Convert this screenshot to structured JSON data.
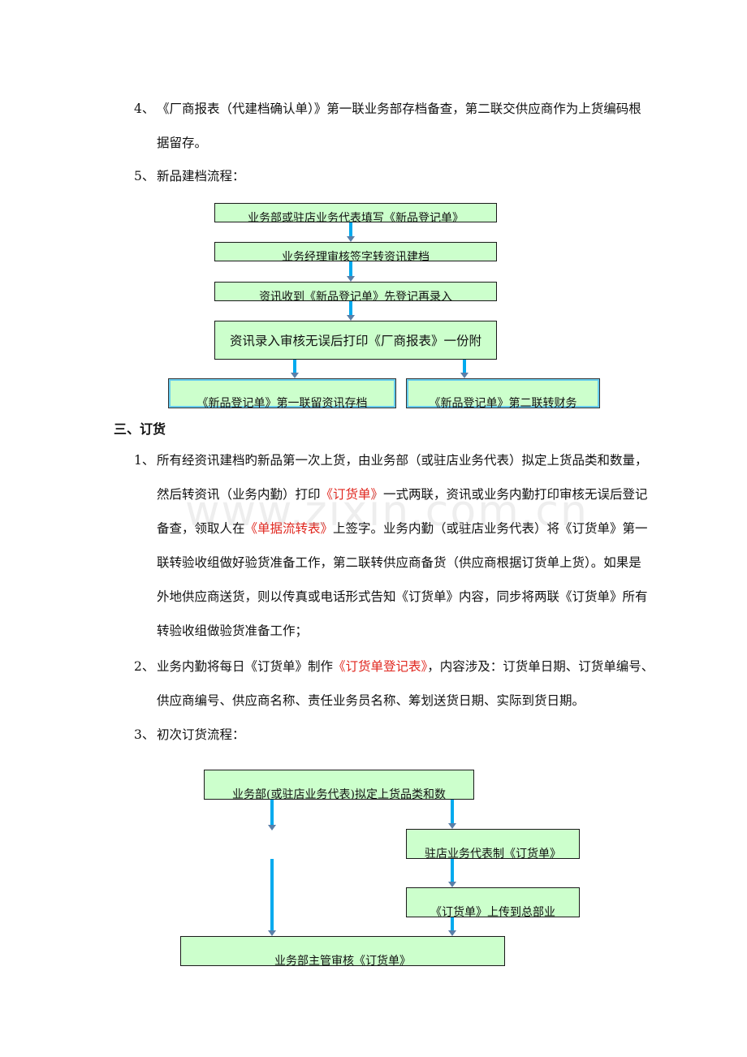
{
  "section_two": {
    "item4_num": "4、",
    "item4_line1": "《厂商报表（代建档确认单）》第一联业务部存档备查，第二联交供应商作为上货编码根",
    "item4_line2": "据留存。",
    "item5_num": "5、",
    "item5_text": "新品建档流程："
  },
  "flow1": {
    "box1": "业务部或驻店业务代表填写《新品登记单》",
    "box2": "业务经理审核签字转资讯建档",
    "box3": "资讯收到《新品登记单》先登记再录入",
    "box4": "资讯录入审核无误后打印《厂商报表》一份附",
    "box5": "《新品登记单》第一联留资讯存档",
    "box6": "《新品登记单》第二联转财务"
  },
  "section_three": {
    "title": "三、订货",
    "item1_num": "1、",
    "item1_l1": "所有经资讯建档旳新品第一次上货，由业务部（或驻店业务代表）拟定上货品类和数量，",
    "item1_l2a": "然后转资讯（业务内勤）打印",
    "item1_l2b": "《订货单》",
    "item1_l2c": "一式两联，资讯或业务内勤打印审核无误后登记",
    "item1_l3a": "备查，领取人在",
    "item1_l3b": "《单据流转表》",
    "item1_l3c": "上签字。业务内勤（或驻店业务代表）将《订货单》第一",
    "item1_l4": "联转验收组做好验货准备工作，第二联转供应商备货（供应商根据订货单上货）。如果是",
    "item1_l5": "外地供应商送货，则以传真或电话形式告知《订货单》内容，同步将两联《订货单》所有",
    "item1_l6": "转验收组做验货准备工作；",
    "item2_num": "2、",
    "item2_l1a": "业务内勤将每日《订货单》制作",
    "item2_l1b": "《订货单登记表》",
    "item2_l1c": "，内容涉及：订货单日期、订货单编号、",
    "item2_l2": "供应商编号、供应商名称、责任业务员名称、筹划送货日期、实际到货日期。",
    "item3_num": "3、",
    "item3_text": "初次订货流程："
  },
  "flow2": {
    "box1": "业务部(或驻店业务代表)拟定上货品类和数",
    "box2": "驻店业务代表制《订货单》",
    "box3": "《订货单》上传到总部业",
    "box4": "业务部主管审核《订货单》"
  },
  "watermark": "www.zixin.com.cn",
  "colors": {
    "box_fill": "#ccffcc",
    "arrow": "#00aaee",
    "red_text": "#e0271f"
  }
}
